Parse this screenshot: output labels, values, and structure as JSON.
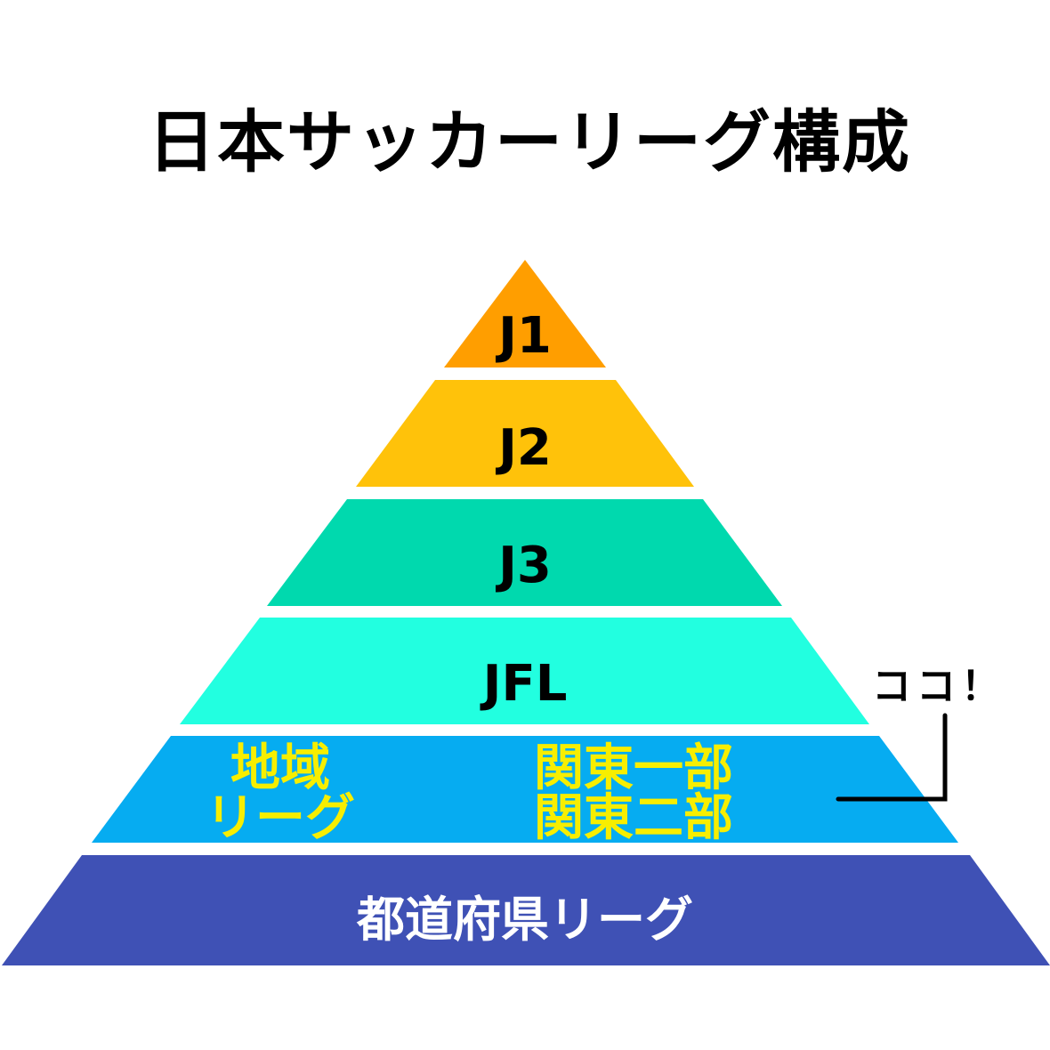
{
  "title": "日本サッカーリーグ構成",
  "colors": {
    "j1": "#FF9E00",
    "j2": "#FFC20A",
    "j3": "#00D9AE",
    "jfl": "#22FFE0",
    "regional": "#06ACF1",
    "prefectural": "#3F51B5",
    "regional_text": "#F7EE00",
    "dark_text": "#000000",
    "light_text": "#FFFFFF"
  },
  "tiers": [
    {
      "id": "j1",
      "label": "J1"
    },
    {
      "id": "j2",
      "label": "J2"
    },
    {
      "id": "j3",
      "label": "J3"
    },
    {
      "id": "jfl",
      "label": "JFL"
    },
    {
      "id": "regional",
      "label_line1": "地域",
      "label_line2": "リーグ",
      "sub_line1": "関東一部",
      "sub_line2": "関東二部"
    },
    {
      "id": "prefectural",
      "label": "都道府県リーグ"
    }
  ],
  "callout": {
    "text": "ココ！"
  }
}
